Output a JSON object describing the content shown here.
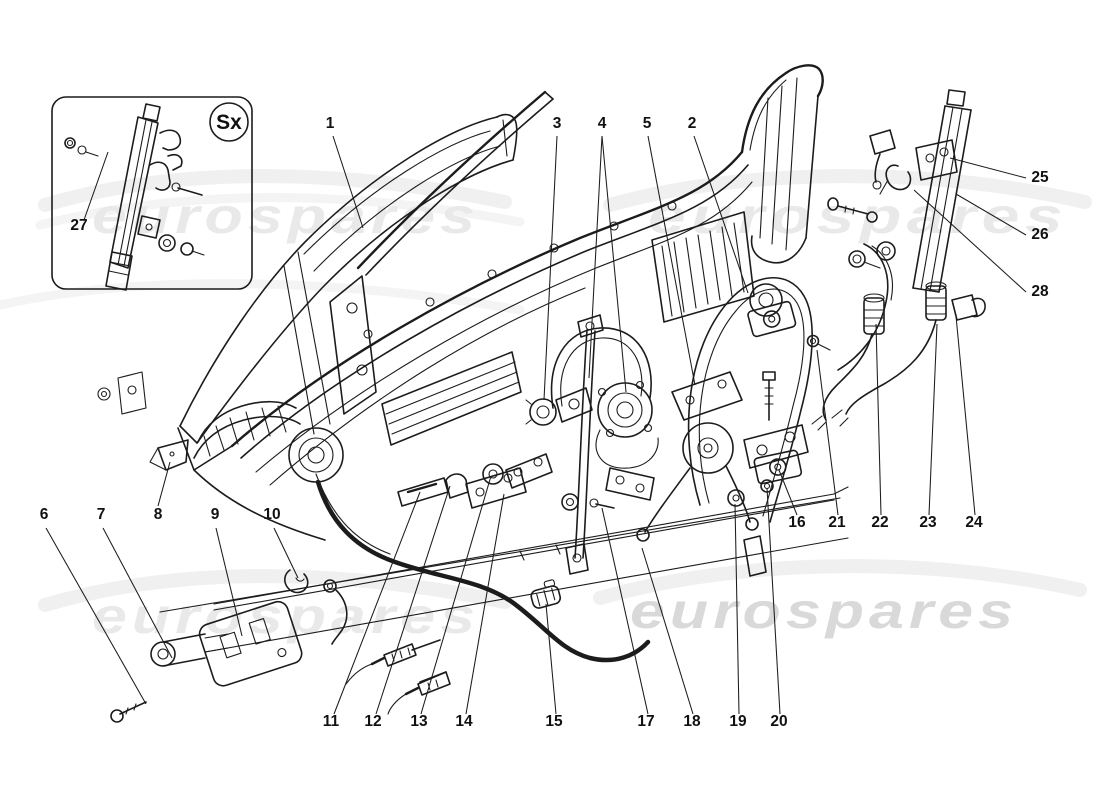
{
  "colors": {
    "line": "#1c1c1c",
    "label": "#111111",
    "wm-light": "#e9e9e9",
    "wm-dark": "#d9d9d9",
    "wm-swoosh": "#f0f0f0",
    "bg": "#ffffff"
  },
  "watermark": {
    "text": "eurospares"
  },
  "inset": {
    "label": "Sx"
  },
  "part_numbers": [
    "1",
    "2",
    "3",
    "4",
    "5",
    "6",
    "7",
    "8",
    "9",
    "10",
    "11",
    "12",
    "13",
    "14",
    "15",
    "16",
    "17",
    "18",
    "19",
    "20",
    "21",
    "22",
    "23",
    "24",
    "25",
    "26",
    "27",
    "28"
  ]
}
